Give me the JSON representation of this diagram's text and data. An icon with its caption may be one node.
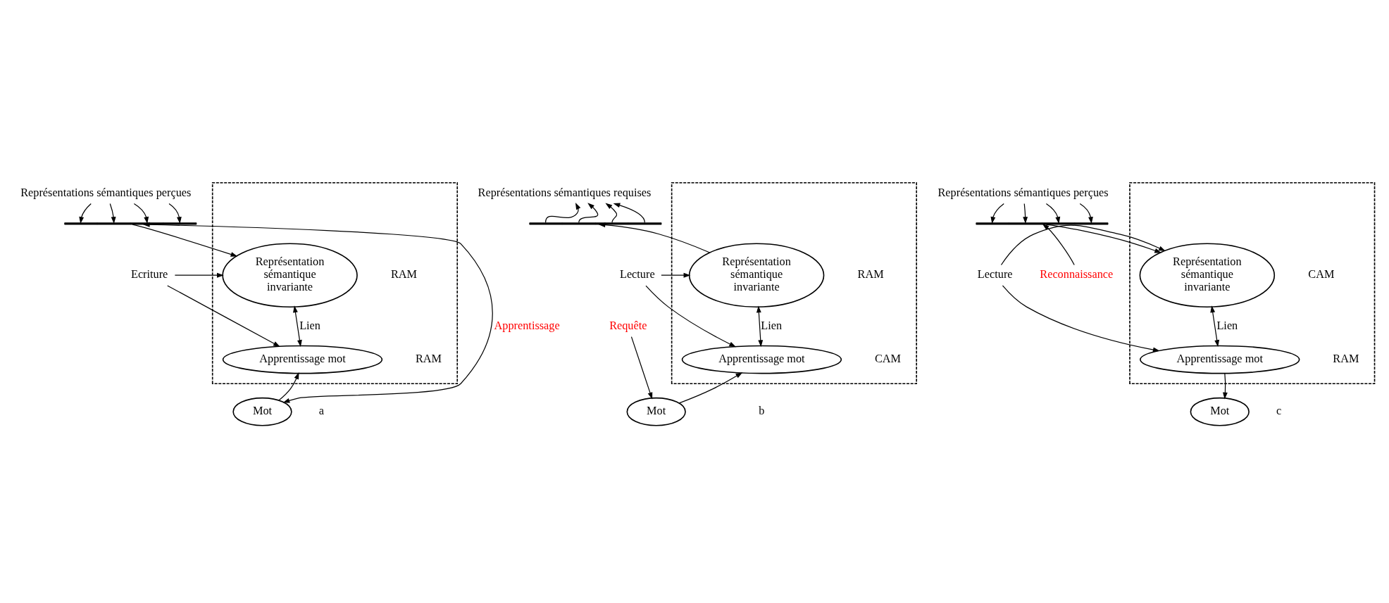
{
  "diagram": {
    "nodes": [
      {
        "text": [
          "Représentations sémantiques perçues"
        ]
      },
      {
        "text": [],
        "shape": "bar"
      },
      {
        "text": [],
        "shape": "box"
      },
      {
        "text": [
          "Représentation sémantique invariante"
        ],
        "in": 2,
        "beside": [
          "RAM"
        ]
      },
      {
        "text": [
          "Apprentissage mot"
        ],
        "in": 2,
        "beside": [
          "RAM"
        ]
      },
      {
        "text": [
          "Ecriture"
        ]
      },
      {
        "text": [
          "Mot"
        ]
      },
      {
        "text": [
          "Représentations sémantiques requises"
        ]
      },
      {
        "text": [],
        "shape": "bar"
      },
      {
        "text": [],
        "shape": "box"
      },
      {
        "text": [
          "Représentation sémantique invariante"
        ],
        "in": 9,
        "beside": [
          "RAM"
        ]
      },
      {
        "text": [
          "Apprentissage mot"
        ],
        "in": 9,
        "beside": [
          "CAM"
        ]
      },
      {
        "text": [
          "Lecture"
        ]
      },
      {
        "text": [
          "Mot"
        ]
      },
      {
        "text": [
          "Requête"
        ]
      },
      {
        "text": [
          "Représentations sémantiques perçues"
        ]
      },
      {
        "text": [],
        "shape": "bar"
      },
      {
        "text": [],
        "shape": "box"
      },
      {
        "text": [
          "Représentation sémantique invariante"
        ],
        "in": 17,
        "beside": [
          "CAM"
        ]
      },
      {
        "text": [
          "Apprentissage mot"
        ],
        "in": 17,
        "beside": [
          "RAM"
        ]
      },
      {
        "text": [
          "Lecture"
        ]
      },
      {
        "text": [
          "Mot"
        ]
      },
      {
        "text": [
          "Reconnaissance"
        ]
      }
    ],
    "edges": [
      {
        "from": 0,
        "to": 1,
        "arrow": "to"
      },
      {
        "from": 0,
        "to": 1,
        "arrow": "to"
      },
      {
        "from": 0,
        "to": 1,
        "arrow": "to"
      },
      {
        "from": 0,
        "to": 1,
        "arrow": "to"
      },
      {
        "from": 1,
        "to": 3,
        "arrow": "to"
      },
      {
        "from": 3,
        "to": 4,
        "arrow": "both",
        "label": "Lien"
      },
      {
        "from": 5,
        "to": 3,
        "arrow": "to"
      },
      {
        "from": 5,
        "to": 4,
        "arrow": "to"
      },
      {
        "from": 6,
        "to": 4,
        "arrow": "to"
      },
      {
        "from": 6,
        "to": 1,
        "arrow": "both",
        "label": "Apprentissage"
      },
      {
        "from": 8,
        "to": 7,
        "arrow": "to"
      },
      {
        "from": 8,
        "to": 7,
        "arrow": "to"
      },
      {
        "from": 8,
        "to": 7,
        "arrow": "to"
      },
      {
        "from": 8,
        "to": 7,
        "arrow": "to"
      },
      {
        "from": 10,
        "to": 8,
        "arrow": "to"
      },
      {
        "from": 10,
        "to": 11,
        "arrow": "both",
        "label": "Lien"
      },
      {
        "from": 12,
        "to": 10,
        "arrow": "to"
      },
      {
        "from": 12,
        "to": 11,
        "arrow": "to"
      },
      {
        "from": 13,
        "to": 11,
        "arrow": "to"
      },
      {
        "from": 14,
        "to": 13,
        "arrow": "to"
      },
      {
        "from": 15,
        "to": 16,
        "arrow": "to"
      },
      {
        "from": 15,
        "to": 16,
        "arrow": "to"
      },
      {
        "from": 15,
        "to": 16,
        "arrow": "to"
      },
      {
        "from": 15,
        "to": 16,
        "arrow": "to"
      },
      {
        "from": 16,
        "to": 18,
        "arrow": "to"
      },
      {
        "from": 18,
        "to": 19,
        "arrow": "both",
        "label": "Lien"
      },
      {
        "from": 20,
        "to": 18,
        "arrow": "to"
      },
      {
        "from": 20,
        "to": 19,
        "arrow": "to"
      },
      {
        "from": 19,
        "to": 21,
        "arrow": "to"
      },
      {
        "from": 22,
        "to": 16,
        "arrow": "to"
      }
    ],
    "labels": [
      "a",
      "b",
      "c"
    ]
  }
}
